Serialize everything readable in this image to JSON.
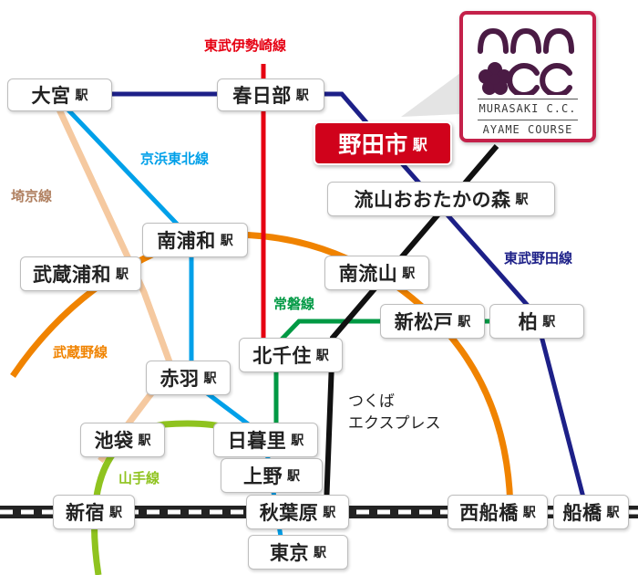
{
  "station_suffix": "駅",
  "stations": [
    {
      "id": "omiya",
      "name": "大宮"
    },
    {
      "id": "kasukabe",
      "name": "春日部"
    },
    {
      "id": "nodashi",
      "name": "野田市",
      "highlight": true
    },
    {
      "id": "nagareyama-otakanomori",
      "name": "流山おおたかの森"
    },
    {
      "id": "minami-urawa",
      "name": "南浦和"
    },
    {
      "id": "musashi-urawa",
      "name": "武蔵浦和"
    },
    {
      "id": "minami-nagareyama",
      "name": "南流山"
    },
    {
      "id": "shin-matsudo",
      "name": "新松戸"
    },
    {
      "id": "kashiwa",
      "name": "柏"
    },
    {
      "id": "kita-senju",
      "name": "北千住"
    },
    {
      "id": "akabane",
      "name": "赤羽"
    },
    {
      "id": "ikebukuro",
      "name": "池袋"
    },
    {
      "id": "nippori",
      "name": "日暮里"
    },
    {
      "id": "ueno",
      "name": "上野"
    },
    {
      "id": "shinjuku",
      "name": "新宿"
    },
    {
      "id": "akihabara",
      "name": "秋葉原"
    },
    {
      "id": "nishi-funabashi",
      "name": "西船橋"
    },
    {
      "id": "funabashi",
      "name": "船橋"
    },
    {
      "id": "tokyo",
      "name": "東京"
    }
  ],
  "lines": {
    "tobu_isesaki": {
      "name": "東武伊勢崎線",
      "color": "#e60012"
    },
    "keihin_tohoku": {
      "name": "京浜東北線",
      "color": "#00a0e9"
    },
    "saikyo": {
      "name": "埼京線",
      "color": "#f5c9a0",
      "label_color": "#b08060"
    },
    "tobu_noda": {
      "name": "東武野田線",
      "color": "#1d2088"
    },
    "joban": {
      "name": "常磐線",
      "color": "#009944"
    },
    "musashino": {
      "name": "武蔵野線",
      "color": "#f08300"
    },
    "yamanote": {
      "name": "山手線",
      "color": "#8fc31f"
    },
    "tsukuba_express": {
      "name_lines": [
        "つくば",
        "エクスプレス"
      ],
      "color": "#111111"
    },
    "sobu": {
      "color": "#222222"
    }
  },
  "logo": {
    "line1": "MURASAKI C.C.",
    "line2": "AYAME COURSE",
    "accent_color": "#c4214a",
    "mark_color": "#4a1b44",
    "icon": "flower-cc-mark"
  }
}
